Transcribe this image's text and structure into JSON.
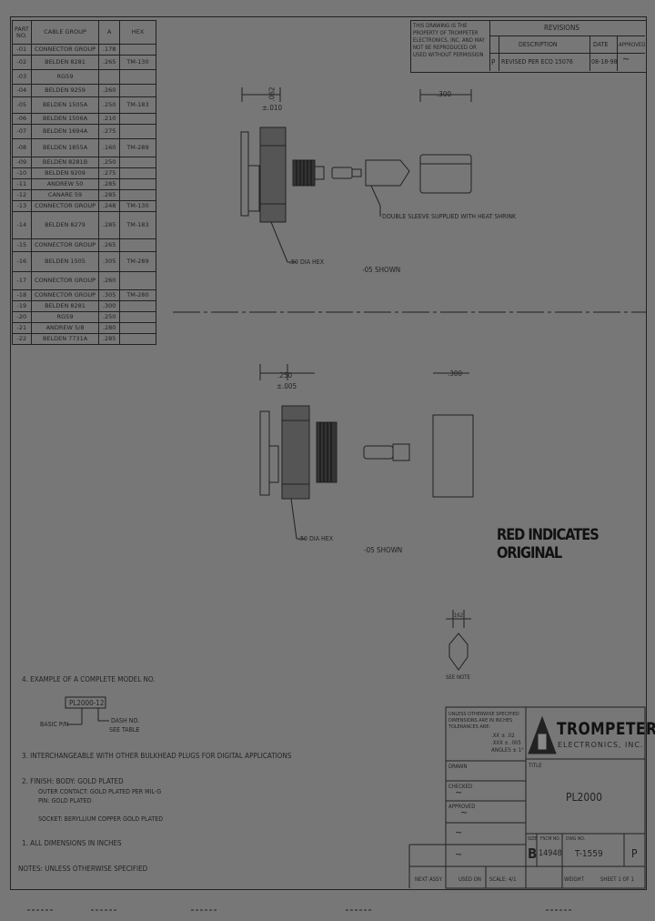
{
  "parts_table": {
    "header": [
      "PART NO.",
      "CABLE GROUP",
      "A",
      "HEX"
    ],
    "rows": [
      [
        "-01",
        "CONNECTOR GROUP",
        ".178",
        ""
      ],
      [
        "-02",
        "BELDEN 8281",
        ".265",
        "TM-130"
      ],
      [
        "-03",
        "RG59",
        "",
        ""
      ],
      [
        "-04",
        "BELDEN 9259",
        ".260",
        ""
      ],
      [
        "-05",
        "BELDEN 1505A",
        ".250",
        "TM-183"
      ],
      [
        "-06",
        "BELDEN 1506A",
        ".210",
        ""
      ],
      [
        "-07",
        "BELDEN 1694A",
        ".275",
        ""
      ],
      [
        "-08",
        "BELDEN 1855A",
        ".160",
        "TM-289"
      ],
      [
        "-09",
        "BELDEN 8281B",
        ".250",
        ""
      ],
      [
        "-10",
        "BELDEN 9209",
        ".275",
        ""
      ],
      [
        "-11",
        "ANDREW 50",
        ".285",
        ""
      ],
      [
        "-12",
        "CANARE 59",
        ".285",
        ""
      ],
      [
        "-13",
        "CONNECTOR GROUP",
        ".248",
        "TM-130"
      ],
      [
        "-14",
        "BELDEN 8279",
        ".285",
        "TM-183"
      ],
      [
        "-15",
        "CONNECTOR GROUP",
        ".265",
        ""
      ],
      [
        "-16",
        "BELDEN 1505",
        ".305",
        "TM-289"
      ],
      [
        "-17",
        "CONNECTOR GROUP",
        ".260",
        ""
      ],
      [
        "-18",
        "CONNECTOR GROUP",
        ".305",
        "TM-280"
      ],
      [
        "-19",
        "BELDEN 8281",
        ".300",
        ""
      ],
      [
        "-20",
        "RG59",
        ".250",
        ""
      ],
      [
        "-21",
        "ANDREW 5/8",
        ".280",
        ""
      ],
      [
        "-22",
        "BELDEN 7731A",
        ".285",
        ""
      ]
    ]
  },
  "revisions": {
    "title": "REVISIONS",
    "notice": "THIS DRAWING IS THE PROPERTY OF TROMPETER ELECTRONICS, INC. AND MAY NOT BE REPRODUCED OR USED WITHOUT PERMISSION",
    "col_description": "DESCRIPTION",
    "col_date": "DATE",
    "col_approved": "APPROVED",
    "rev": "P",
    "description": "REVISED PER ECO 15076",
    "date": "08-18-98"
  },
  "drawing": {
    "dim_top1": ".062",
    "dim_top1b": "±.010",
    "dim_top2": ".300",
    "callout1": "DOUBLE SLEEVE SUPPLIED WITH HEAT SHRINK",
    "callout_hex1": ".50 DIA HEX",
    "view1_label": "-05 SHOWN",
    "dim_bot1": ".250",
    "dim_bot1b": "±.005",
    "dim_bot2": ".300",
    "callout_hex2": ".50 DIA HEX",
    "view2_label": "-05 SHOWN",
    "small_dim": ".162",
    "small_label": "SEE NOTE"
  },
  "red_indicates": "RED INDICATES ORIGINAL",
  "notes": {
    "n4_title": "4.  EXAMPLE OF A COMPLETE MODEL NO.",
    "n4_model": "PL2000-12",
    "n4_base": "BASIC P/N",
    "n4_dash": "DASH NO.",
    "n4_dash2": "SEE TABLE",
    "n3": "3.  INTERCHANGEABLE WITH OTHER BULKHEAD PLUGS FOR DIGITAL APPLICATIONS",
    "n2_title": "2.  FINISH: BODY: GOLD PLATED",
    "n2_l1": "OUTER CONTACT: GOLD PLATED PER MIL-G",
    "n2_l2": "PIN: GOLD PLATED",
    "n2_l3": "SOCKET: BERYLLIUM COPPER GOLD PLATED",
    "n1": "1.  ALL DIMENSIONS IN INCHES",
    "footer": "NOTES: UNLESS OTHERWISE SPECIFIED"
  },
  "title_block": {
    "company": "TROMPETER",
    "company_sub": "ELECTRONICS, INC.",
    "tolerances": "UNLESS OTHERWISE SPECIFIED DIMENSIONS ARE IN INCHES TOLERANCES ARE:",
    "tol1": ".XX  ± .02",
    "tol2": ".XXX ± .005",
    "tol3": "ANGLES ± 1°",
    "drawn_label": "DRAWN",
    "checked_label": "CHECKED",
    "approved_label": "APPROVED",
    "title_label": "TITLE",
    "title": "PL2000",
    "size_label": "SIZE",
    "fscm_label": "FSCM NO.",
    "dwg_label": "DWG NO.",
    "size": "B",
    "fscm": "14948",
    "dwg_no": "T-1559",
    "rev": "P",
    "next_assy": "NEXT ASSY",
    "used_on": "USED ON",
    "scale": "SCALE: 4/1",
    "weight": "WEIGHT",
    "sheet": "SHEET 1 OF 1"
  }
}
